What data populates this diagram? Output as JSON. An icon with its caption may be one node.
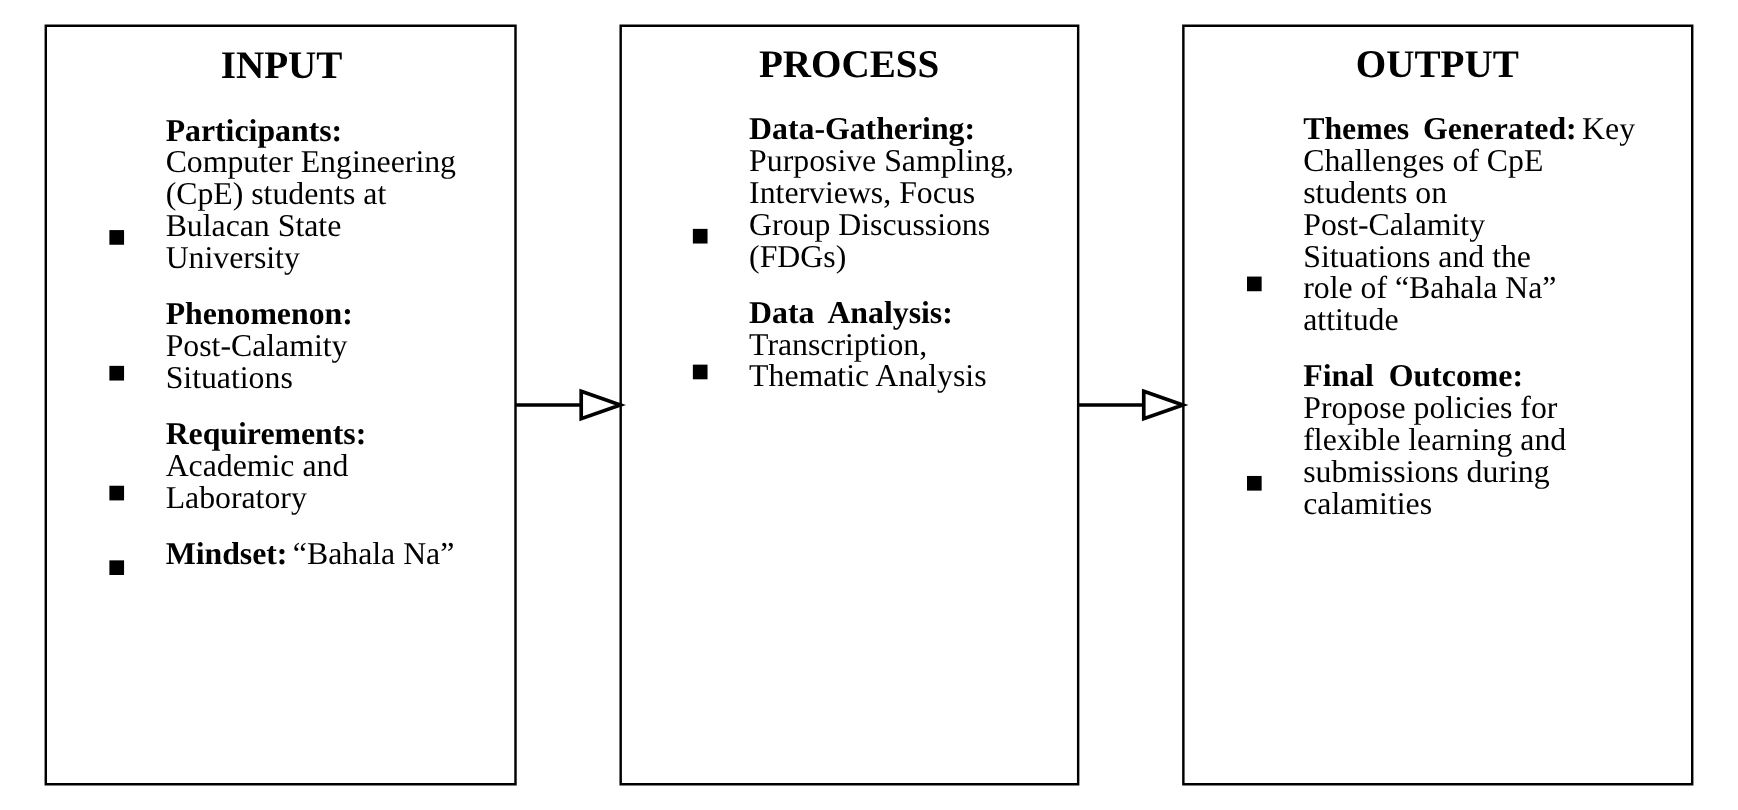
{
  "diagram": {
    "nodes": [
      {
        "text": [
          "INPUT",
          "**Participants:** Computer Engineering (CpE) students at Bulacan State University",
          "**Phenomenon:** Post-Calamity Situations",
          "**Requirements:** Academic and Laboratory",
          "**Mindset:** “Bahala Na”"
        ]
      },
      {
        "text": [
          "PROCESS",
          "**Data-Gathering:** Purposive Sampling, Interviews, Focus Group Discussions (FDGs)",
          "**Data Analysis:** Transcription, Thematic Analysis"
        ]
      },
      {
        "text": [
          "OUTPUT",
          "**Themes Generated:** Key Challenges of CpE students on Post-Calamity Situations and the role of “Bahala Na” attitude",
          "**Final Outcome:** Propose policies for flexible learning and submissions during calamities"
        ]
      }
    ],
    "edges": [
      {
        "from": 0,
        "to": 1,
        "arrow": "to"
      },
      {
        "from": 1,
        "to": 2,
        "arrow": "to"
      }
    ]
  }
}
